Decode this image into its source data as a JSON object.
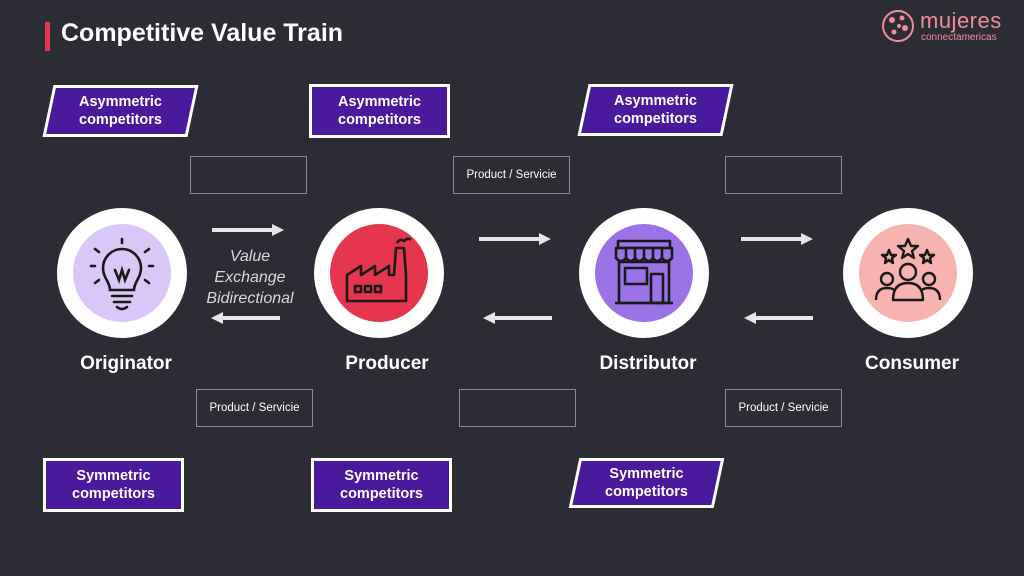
{
  "title": "Competitive Value Train",
  "logo": {
    "name": "mujeres",
    "sub": "connectamericas"
  },
  "asymmetric": [
    "Asymmetric competitors",
    "Asymmetric competitors",
    "Asymmetric competitors"
  ],
  "symmetric": [
    "Symmetric competitors",
    "Symmetric competitors",
    "Symmetric competitors"
  ],
  "top_boxes": [
    "",
    "Product / Servicie",
    ""
  ],
  "bottom_boxes": [
    "Product / Servicie",
    "",
    "Product / Servicie"
  ],
  "nodes": [
    "Originator",
    "Producer",
    "Distributor",
    "Consumer"
  ],
  "value_exchange": [
    "Value",
    "Exchange",
    "Bidirectional"
  ],
  "colors": {
    "background": "#2b2c34",
    "title_accent": "#e5364d",
    "competitor_fill": "#4a1a9c",
    "originator": "#d9c8f7",
    "producer": "#e5364d",
    "distributor": "#9b73e6",
    "consumer": "#f7b3b0"
  },
  "icons": [
    "lightbulb-icon",
    "factory-icon",
    "store-icon",
    "team-stars-icon"
  ]
}
